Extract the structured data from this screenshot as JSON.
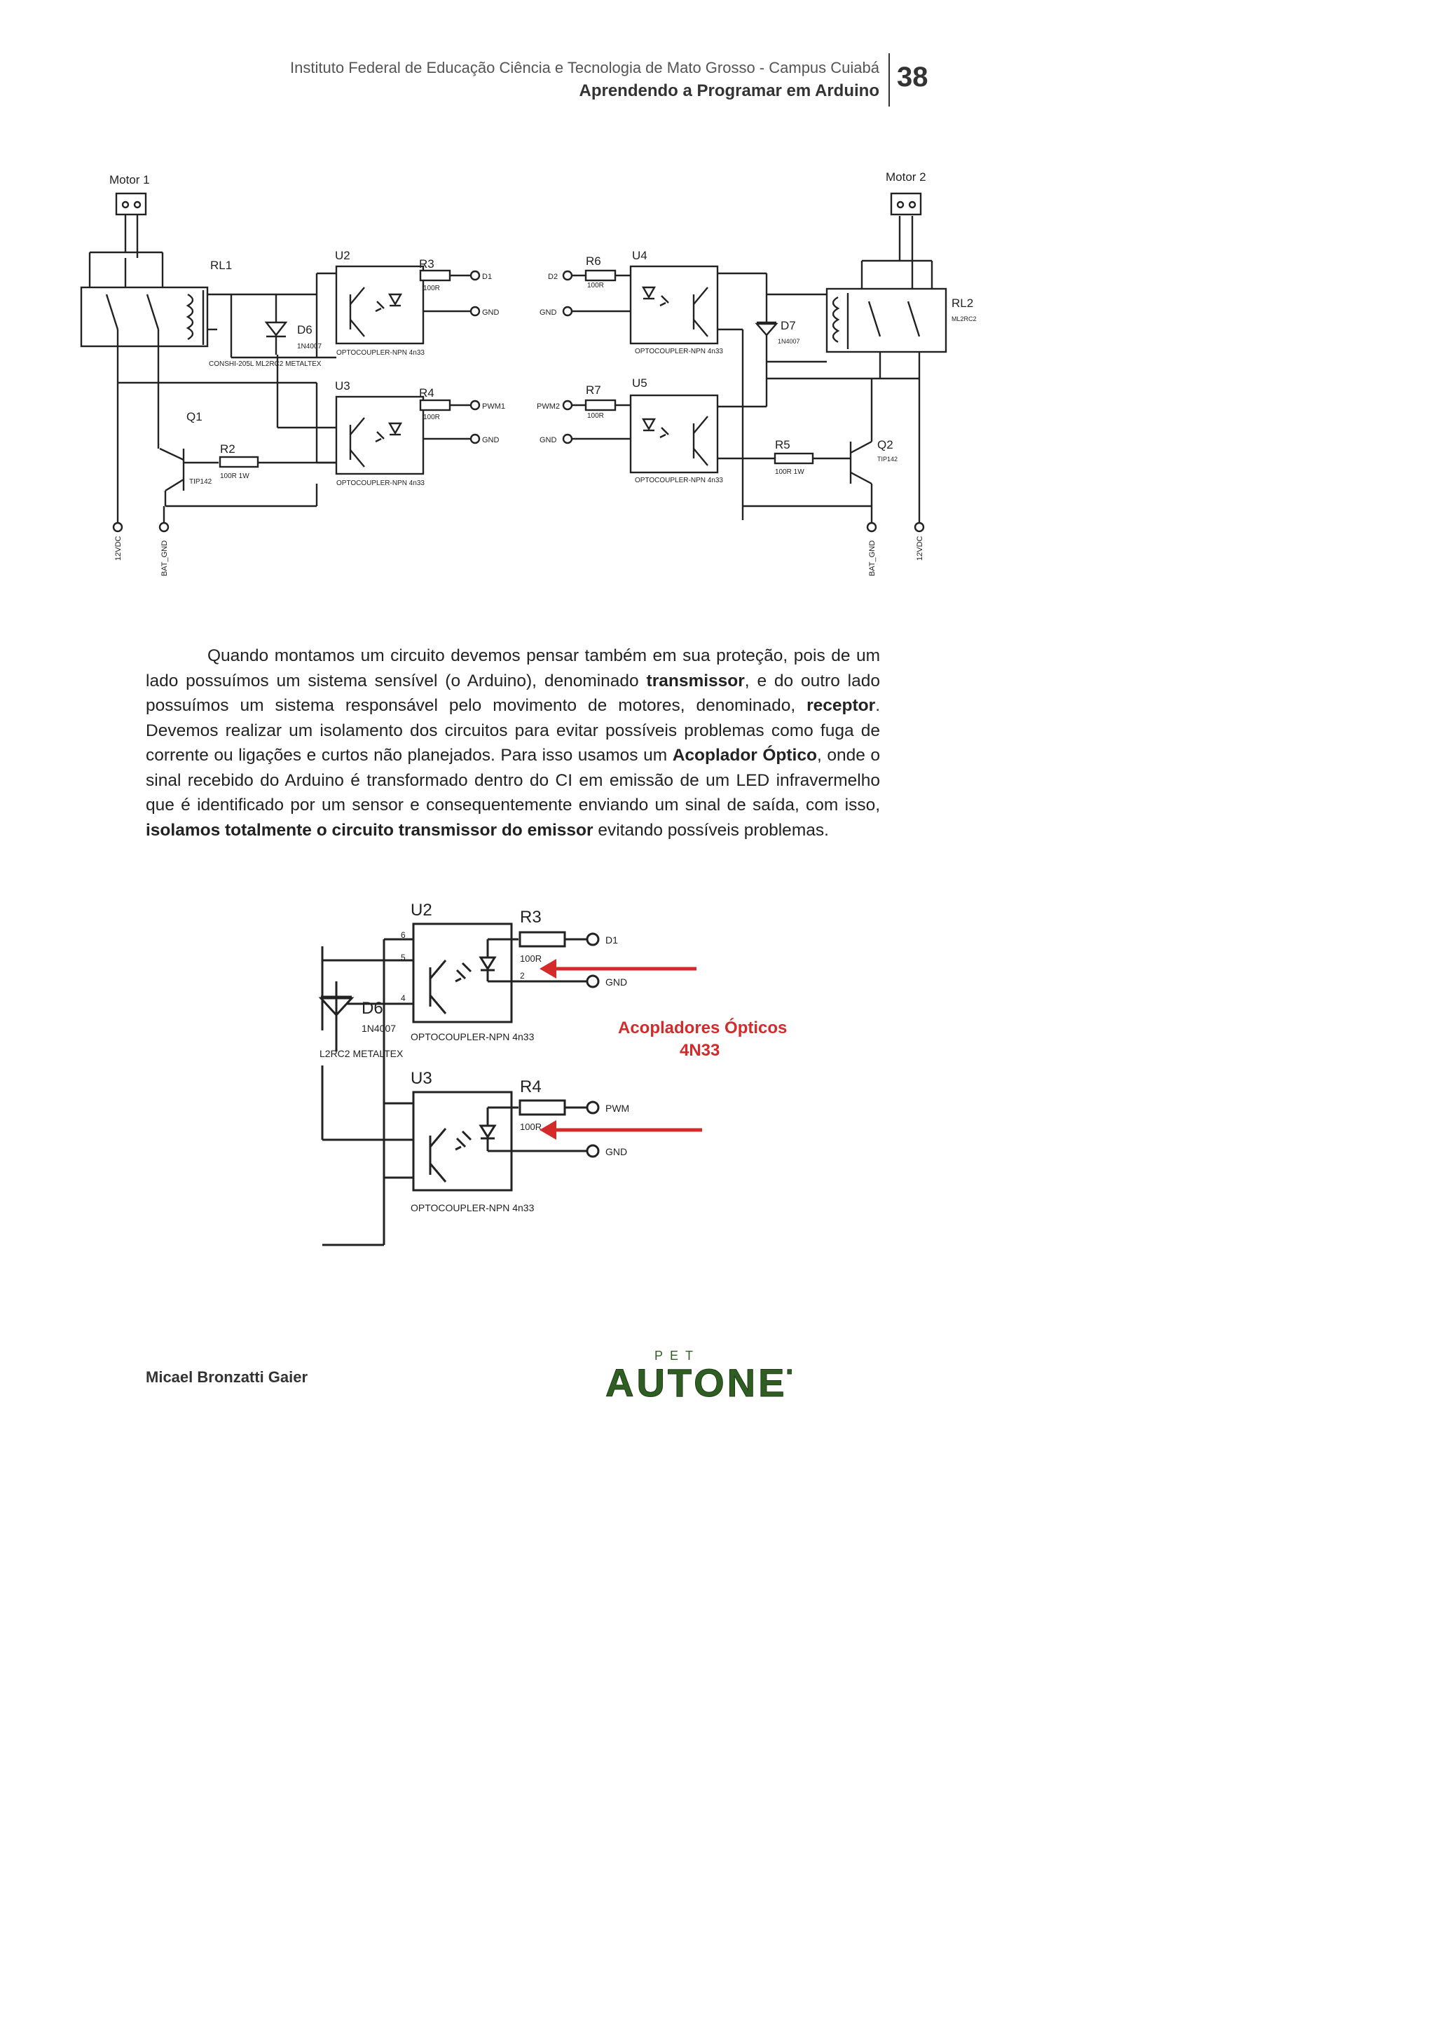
{
  "header": {
    "institution": "Instituto Federal de Educação Ciência e Tecnologia de Mato Grosso - Campus Cuiabá",
    "book_title": "Aprendendo a Programar em Arduino",
    "page_number": "38"
  },
  "schematic": {
    "motor1": "Motor 1",
    "motor2": "Motor 2",
    "rl1": "RL1",
    "rl2": "RL2",
    "rl2_part": "ML2RC2",
    "rl1_part": "CONSHI-205L ML2RC2 METALTEX",
    "u2": "U2",
    "u3": "U3",
    "u4": "U4",
    "u5": "U5",
    "r2": "R2",
    "r3": "R3",
    "r4": "R4",
    "r5": "R5",
    "r6": "R6",
    "r7": "R7",
    "r_val": "100R",
    "r_power_val": "100R 1W",
    "d6": "D6",
    "d7": "D7",
    "diode_part": "1N4007",
    "q1": "Q1",
    "q2": "Q2",
    "q_part": "TIP142",
    "opto_part": "OPTOCOUPLER-NPN 4n33",
    "d1": "D1",
    "d2": "D2",
    "gnd": "GND",
    "pwm1": "PWM1",
    "pwm2": "PWM2",
    "v12": "12VDC",
    "bat_gnd": "BAT_GND"
  },
  "paragraph": {
    "p1": "Quando montamos um circuito devemos pensar também em sua proteção, pois de um lado possuímos um sistema sensível (o Arduino), denominado ",
    "b1": "transmissor",
    "p2": ", e do outro lado possuímos um sistema responsável pelo movimento de motores, denominado, ",
    "b2": "receptor",
    "p3": ". Devemos realizar um isolamento dos circuitos para evitar possíveis problemas como fuga de corrente ou ligações e curtos não planejados. Para isso usamos um ",
    "b3": "Acoplador Óptico",
    "p4": ", onde o sinal recebido do Arduino é transformado dentro do CI em emissão de um LED infravermelho que é identificado por um sensor e consequentemente enviando um sinal de saída, com isso, ",
    "b4": "isolamos totalmente o circuito transmissor do emissor",
    "p5": " evitando possíveis problemas."
  },
  "detail": {
    "u2": "U2",
    "u3": "U3",
    "r3": "R3",
    "r4": "R4",
    "d6": "D6",
    "d6_part": "1N4007",
    "r_val": "100R",
    "d1": "D1",
    "gnd": "GND",
    "pwm": "PWM",
    "relay_part": "L2RC2 METALTEX",
    "opto_part": "OPTOCOUPLER-NPN 4n33",
    "callout_line1": "Acopladores Ópticos",
    "callout_line2": "4N33",
    "callout_color": "#d42a2a"
  },
  "footer": {
    "author": "Micael Bronzatti Gaier",
    "logo_small": "PET",
    "logo_main": "AUTONET",
    "logo_color": "#2f5e22"
  }
}
